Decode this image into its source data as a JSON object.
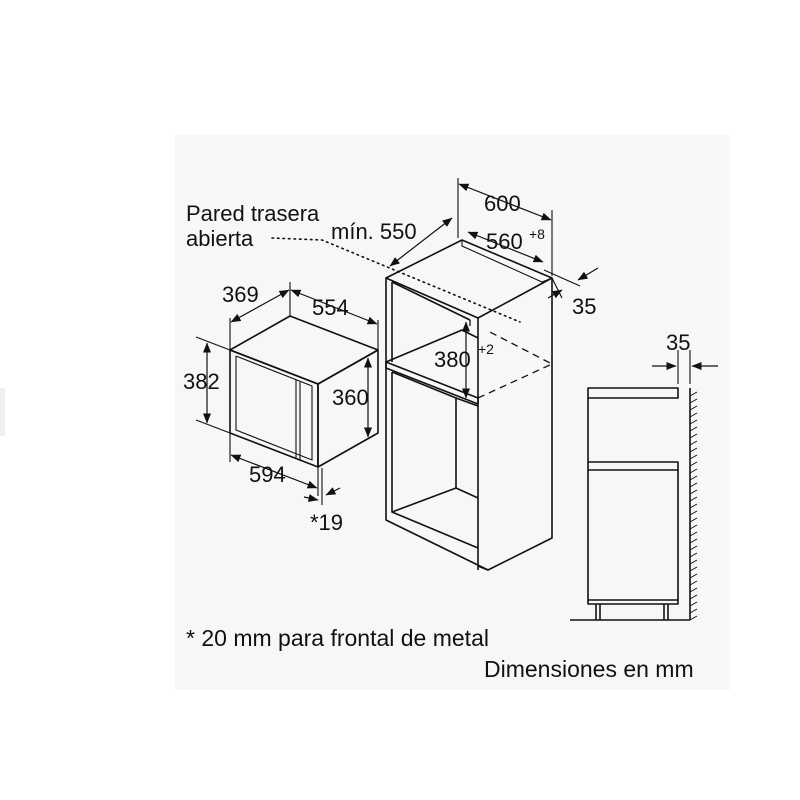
{
  "labels": {
    "rear_wall_line1": "Pared trasera",
    "rear_wall_line2": "abierta",
    "min_depth": "mín. 550",
    "cabinet_width": "600",
    "niche_width": "560",
    "niche_width_tol": "+8",
    "side_offset": "35",
    "niche_height": "380",
    "niche_height_tol": "+2",
    "oven_depth": "369",
    "oven_width_top": "554",
    "oven_height": "382",
    "oven_inner_height": "360",
    "oven_width_bottom": "594",
    "front_offset": "*19",
    "side_view_offset": "35"
  },
  "notes": {
    "metal_front": "* 20 mm para frontal de metal",
    "units": "Dimensiones en mm"
  },
  "icons": {
    "arrowhead": "arrowhead-icon",
    "wall_hatch": "wall-hatch-icon"
  }
}
